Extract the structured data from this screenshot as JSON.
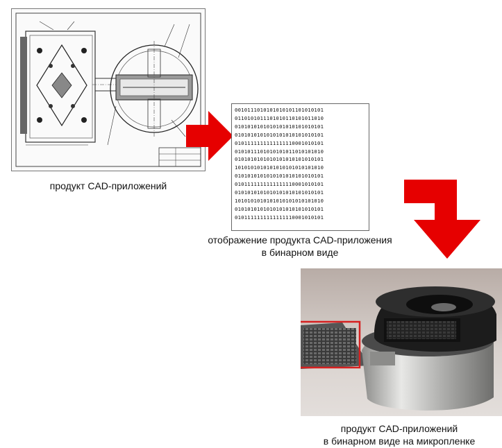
{
  "captions": {
    "drawing": "продукт CAD-приложений",
    "binary_line1": "отображение продукта CAD-приложения",
    "binary_line2": "в бинарном виде",
    "film_line1": "продукт CAD-приложений",
    "film_line2": "в бинарном виде на микропленке"
  },
  "binary_rows": [
    "0010111010101010101101010101",
    "0110101011101010110101011010",
    "0101010101010101010101010101",
    "0101010101010101010101010101",
    "0101111111111111110001010101",
    "0101011101010101011010101010",
    "0101010101010101010101010101",
    "1010101010101010101010101010",
    "0101010101010101010101010101",
    "0101111111111111110001010101",
    "0101010101010101010101010101",
    "1010101010101010101010101010",
    "0101010101010101010101010101",
    "0101111111111111110001010101"
  ],
  "colors": {
    "arrow_red": "#e60000",
    "highlight_red": "#d62020"
  },
  "icons": {
    "arrow_right": "arrow-right-icon",
    "arrow_down": "arrow-down-icon"
  }
}
